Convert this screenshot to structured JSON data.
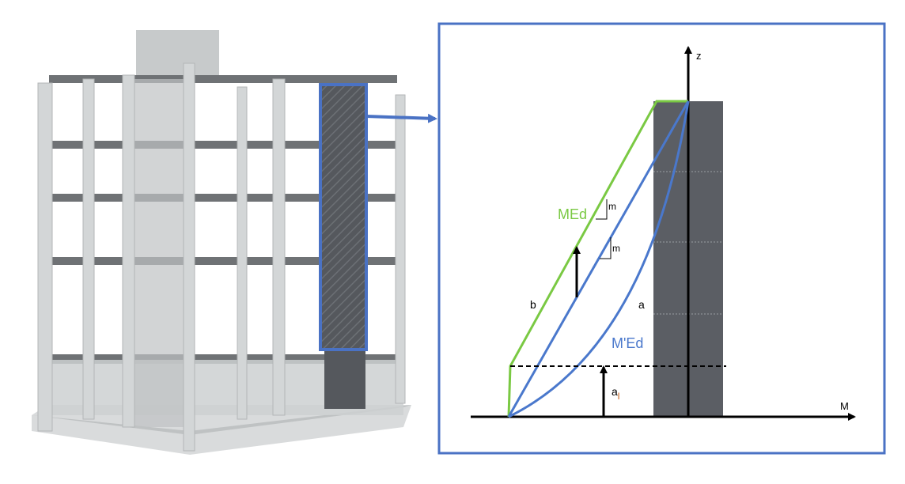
{
  "diagram": {
    "axis_z_label": "z",
    "axis_m_label": "M",
    "curve_med_label": "MEd",
    "curve_mprime_label": "M'Ed",
    "line_b_label": "b",
    "line_a_label": "a",
    "shift_label_main": "a",
    "shift_label_sub": "l",
    "slope_label_1": "m",
    "slope_label_2": "m"
  },
  "colors": {
    "frame_border": "#4a72c4",
    "med_line": "#7ac943",
    "mprime_line": "#4a78cc",
    "wall": "#5b5e64",
    "structure": "#c9cccd",
    "slab": "#6f7275"
  }
}
